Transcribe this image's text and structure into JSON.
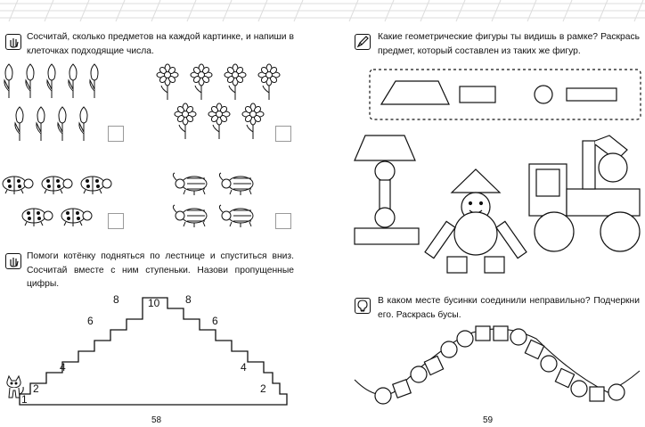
{
  "left_page": {
    "task1": {
      "text": "Сосчитай, сколько предметов на каждой картинке, и напиши в клеточках подходящие числа."
    },
    "task2": {
      "text": "Помоги котёнку подняться по лестнице и спуститься вниз. Сосчитай вместе с ним ступеньки. Назови пропущенные цифры.",
      "steps_left": [
        "1",
        "2",
        "",
        "4",
        "",
        "6",
        "",
        "8",
        "",
        "10"
      ],
      "steps_right": [
        "",
        "8",
        "",
        "6",
        "",
        "4",
        "",
        "2",
        ""
      ]
    },
    "page_number": "58"
  },
  "right_page": {
    "task3": {
      "text": "Какие геометрические фигуры ты видишь в рамке? Раскрась предмет, который составлен из таких же фигур."
    },
    "task4": {
      "text": "В каком месте бусинки соединили неправильно? Подчеркни его. Раскрась бусы."
    },
    "page_number": "59"
  },
  "icons": {
    "task1": "counting-hand-icon",
    "task2": "counting-hand-icon",
    "task3": "pencil-icon",
    "task4": "lightbulb-icon"
  }
}
